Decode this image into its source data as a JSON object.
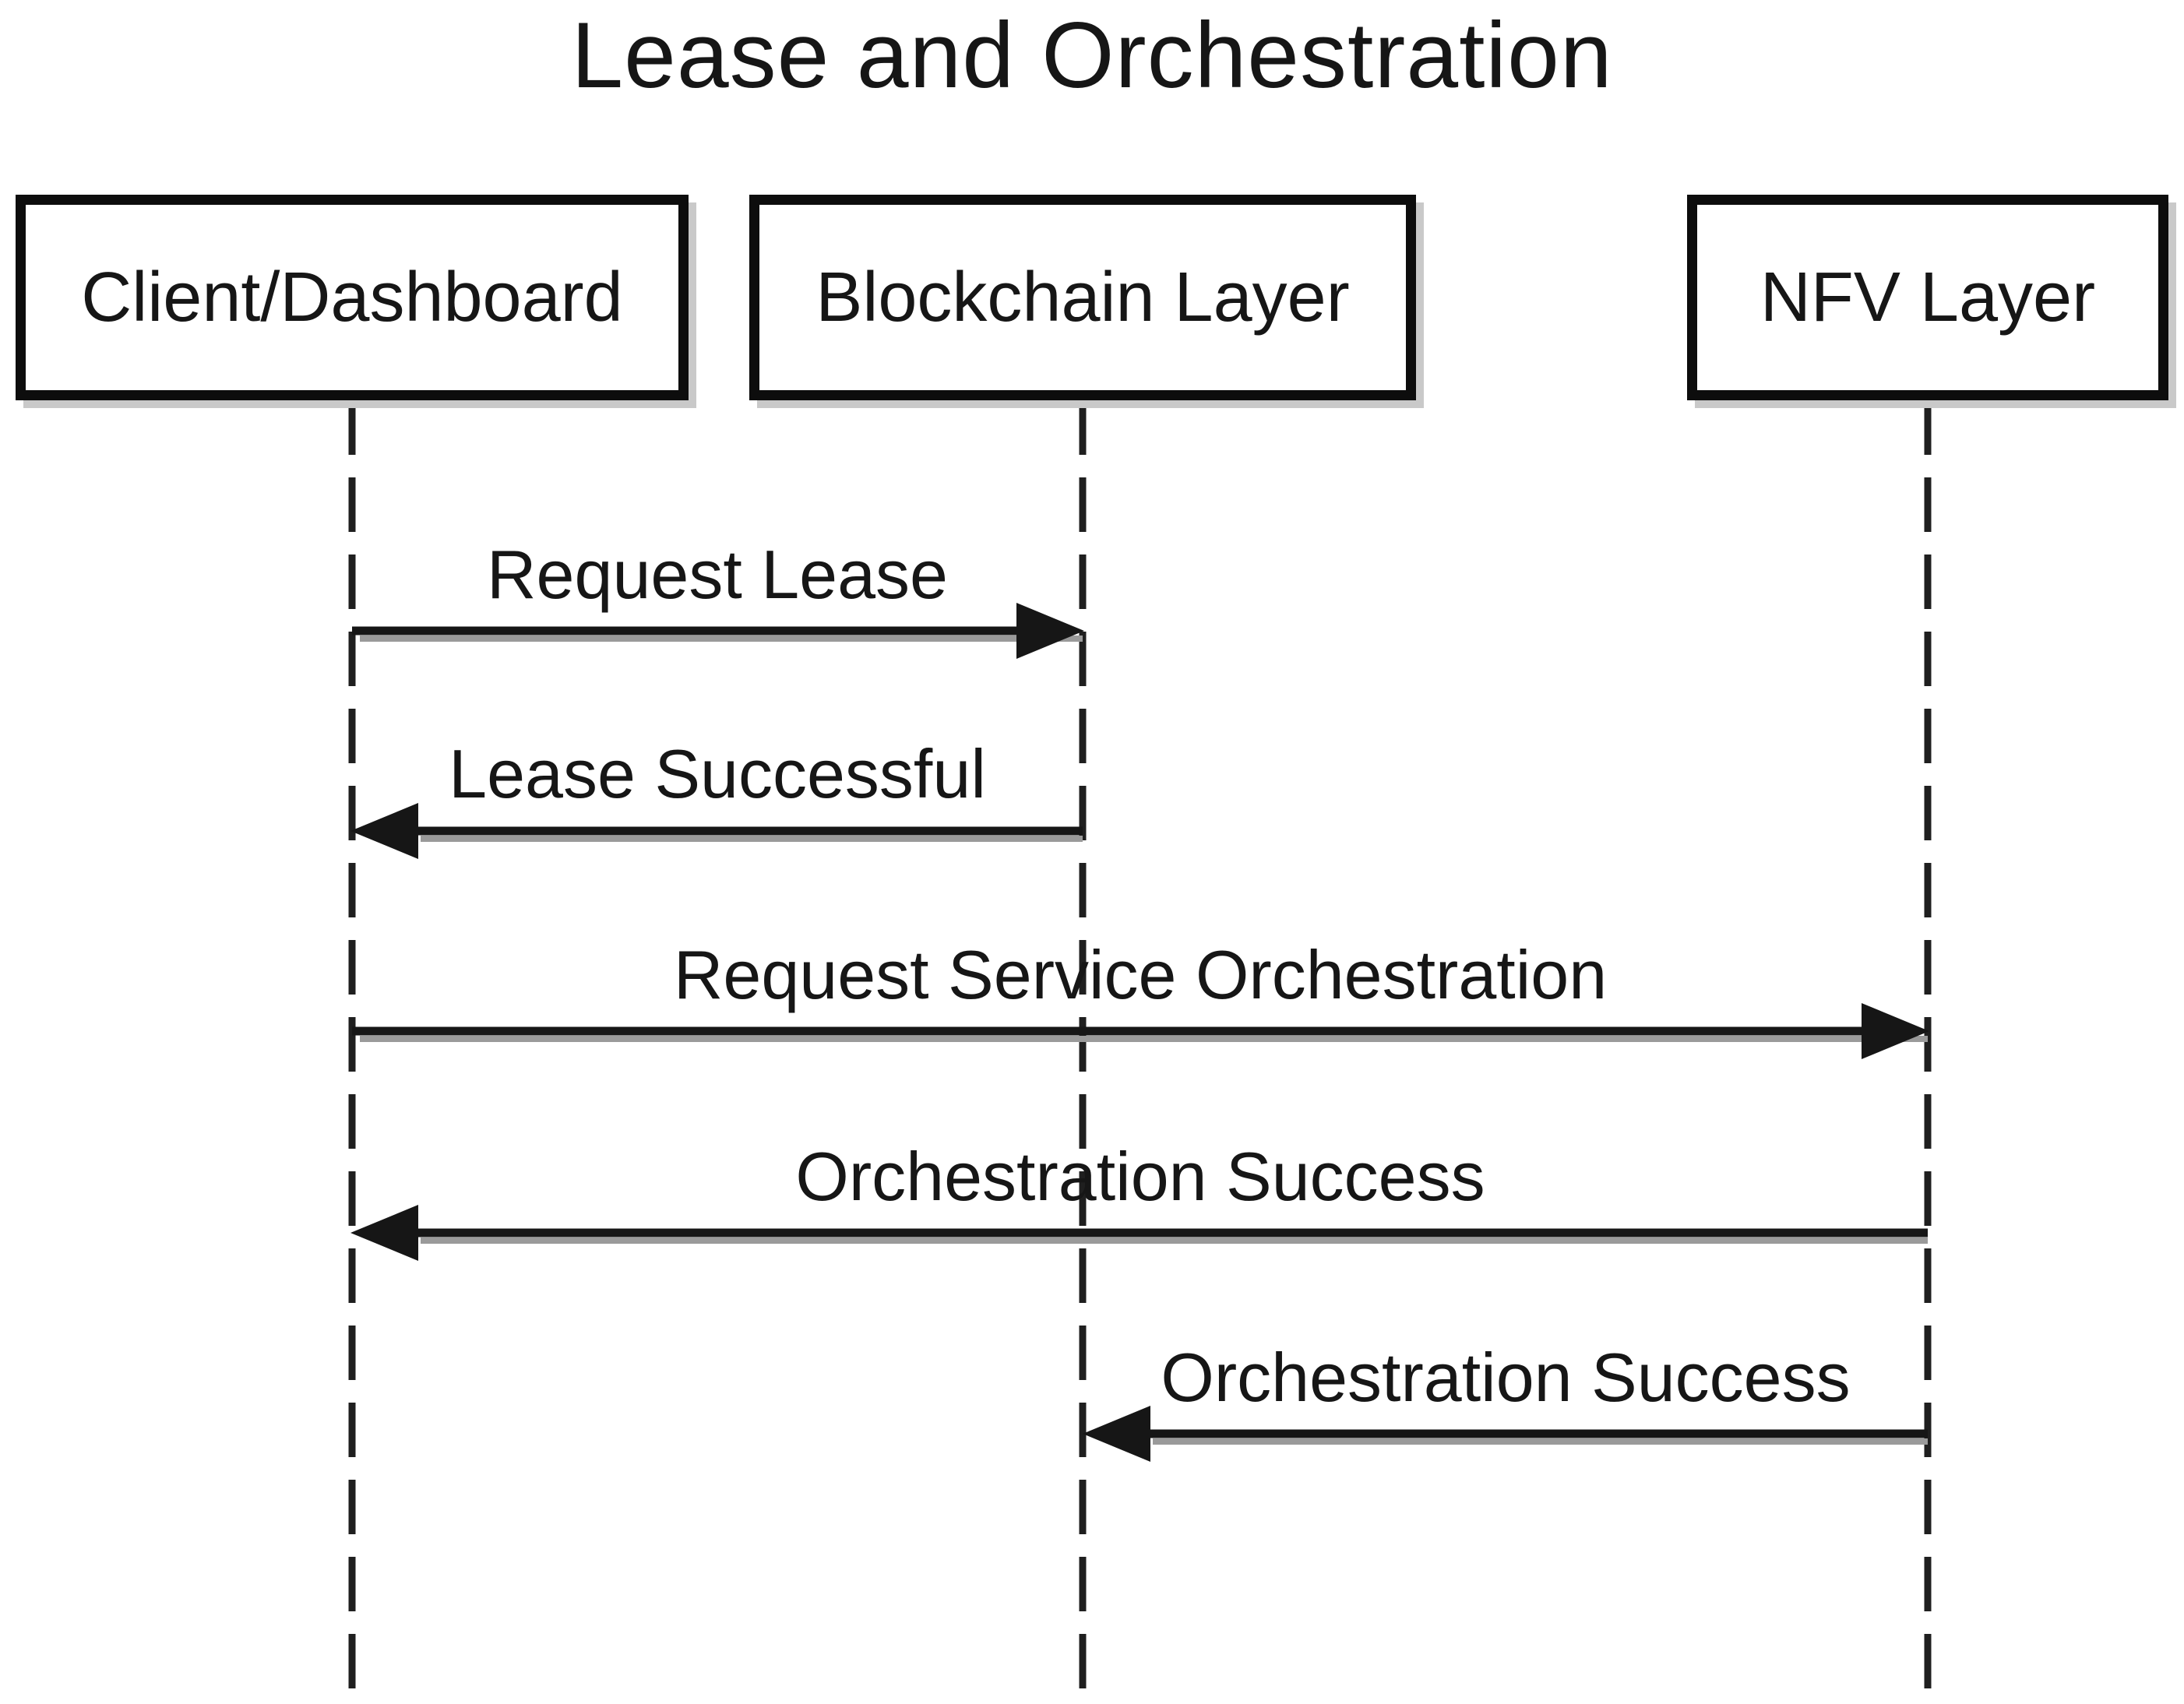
{
  "diagram": {
    "type": "sequence-diagram",
    "title": "Lease and Orchestration",
    "actors": [
      {
        "label": "Client/Dashboard"
      },
      {
        "label": "Blockchain Layer"
      },
      {
        "label": "NFV Layer"
      }
    ],
    "messages": [
      {
        "from": "Client/Dashboard",
        "to": "Blockchain Layer",
        "label": "Request Lease",
        "direction": "right"
      },
      {
        "from": "Blockchain Layer",
        "to": "Client/Dashboard",
        "label": "Lease Successful",
        "direction": "left"
      },
      {
        "from": "Client/Dashboard",
        "to": "NFV Layer",
        "label": "Request Service Orchestration",
        "direction": "right"
      },
      {
        "from": "NFV Layer",
        "to": "Client/Dashboard",
        "label": "Orchestration Success",
        "direction": "left"
      },
      {
        "from": "NFV Layer",
        "to": "Blockchain Layer",
        "label": "Orchestration Success",
        "direction": "left"
      }
    ],
    "colors": {
      "background": "#ffffff",
      "line": "#161616",
      "text": "#161616",
      "box_border": "#0d0d0d",
      "shadow": "#c9c9c9"
    }
  }
}
